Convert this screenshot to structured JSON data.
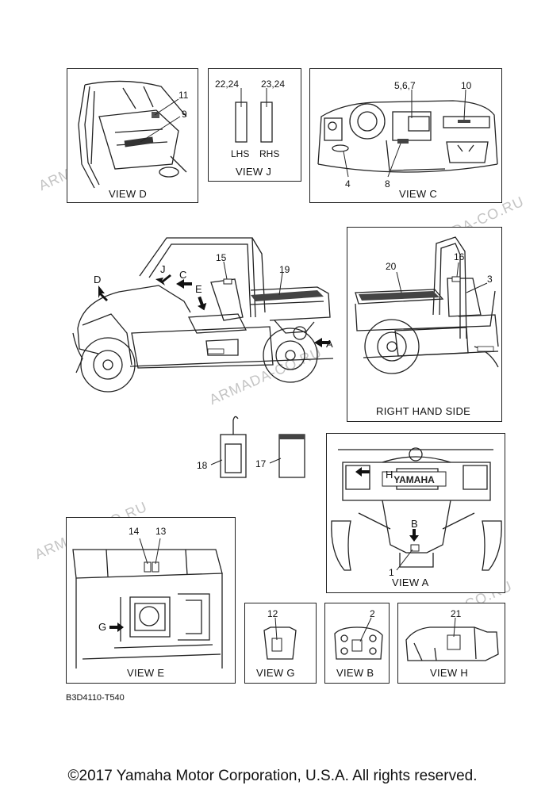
{
  "watermark": "ARMADA-CO.RU",
  "drawing_code": "B3D4110-T540",
  "copyright": "©2017 Yamaha Motor Corporation, U.S.A. All rights reserved.",
  "views": {
    "d": "VIEW D",
    "j": "VIEW J",
    "c": "VIEW C",
    "rhs": "RIGHT HAND SIDE",
    "a": "VIEW A",
    "e": "VIEW E",
    "g": "VIEW G",
    "b": "VIEW B",
    "h": "VIEW H"
  },
  "view_j_labels": {
    "lhs": "LHS",
    "rhs": "RHS"
  },
  "callouts": {
    "n1": "1",
    "n2": "2",
    "n3": "3",
    "n4": "4",
    "n567": "5,6,7",
    "n8": "8",
    "n9": "9",
    "n10": "10",
    "n11": "11",
    "n12": "12",
    "n13": "13",
    "n14": "14",
    "n15": "15",
    "n16": "16",
    "n17": "17",
    "n18": "18",
    "n19": "19",
    "n20": "20",
    "n21": "21",
    "n2224": "22,24",
    "n2324": "23,24"
  },
  "view_markers": {
    "a": "A",
    "b": "B",
    "c": "C",
    "d": "D",
    "e": "E",
    "g": "G",
    "h": "H",
    "j": "J"
  },
  "badge_text": "YAMAHA"
}
